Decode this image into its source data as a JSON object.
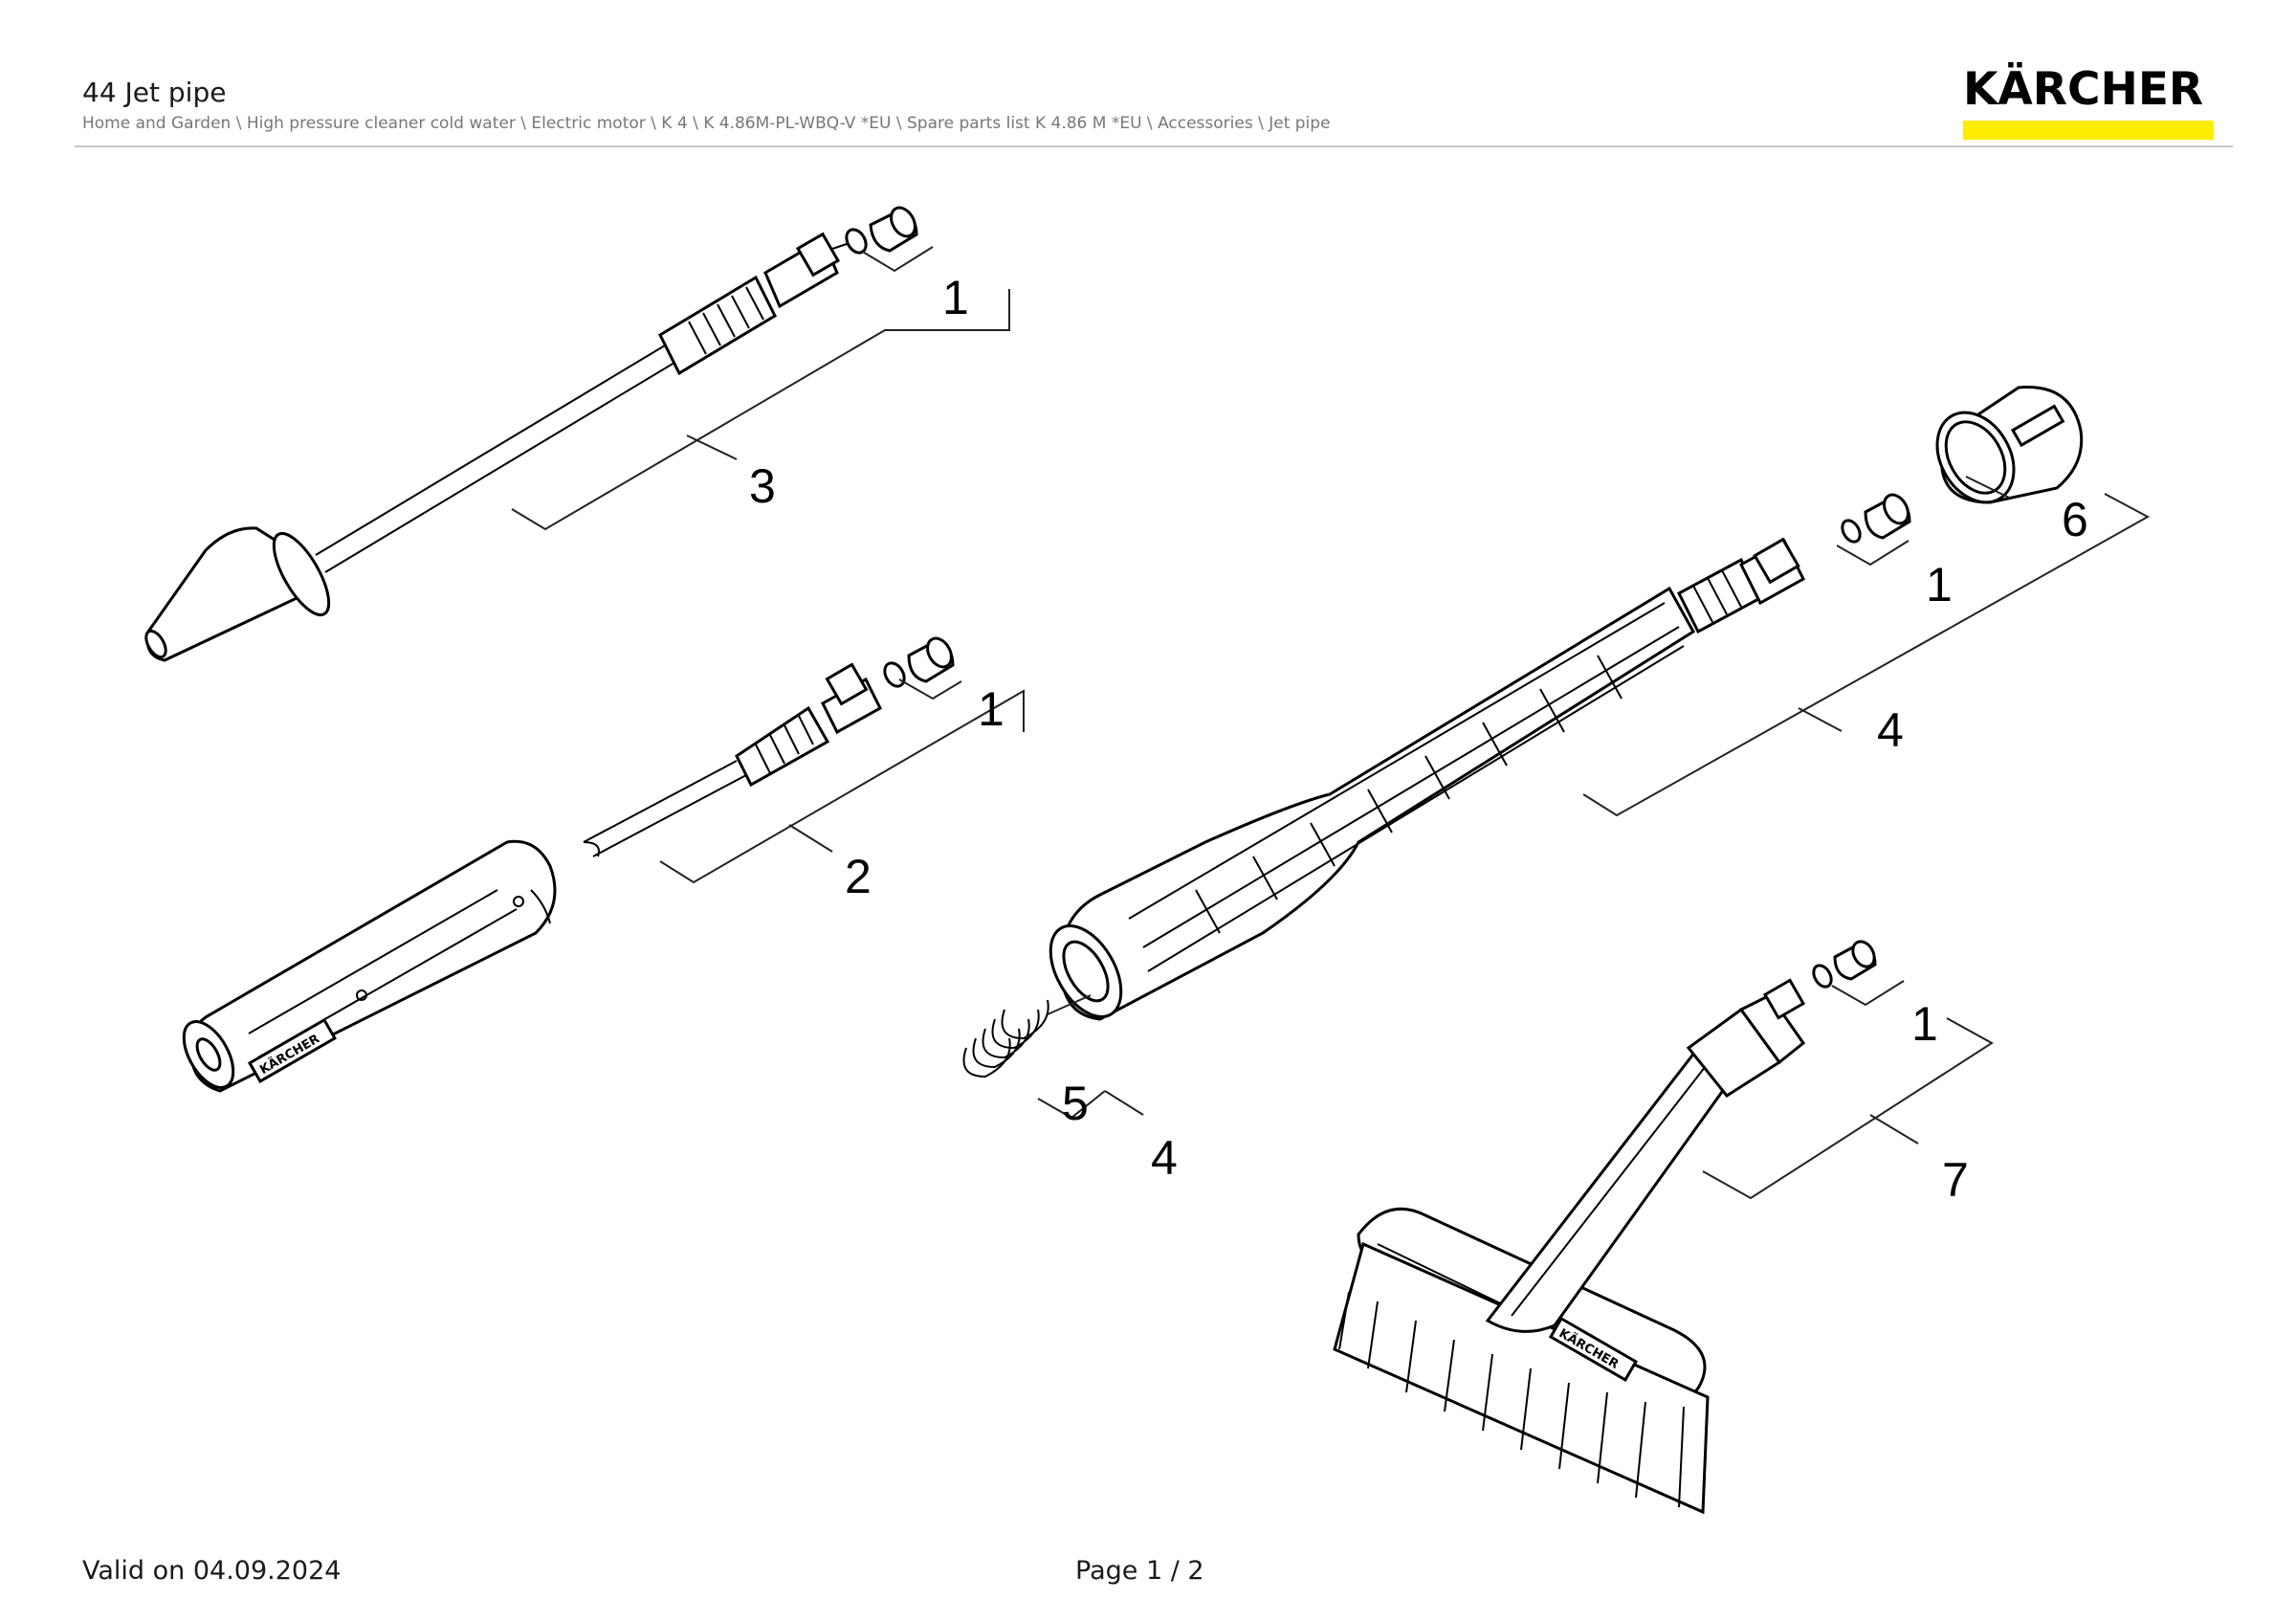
{
  "page": {
    "title": "44 Jet pipe",
    "breadcrumb": "Home and Garden \\ High pressure cleaner cold water \\ Electric motor \\ K 4 \\ K 4.86M-PL-WBQ-V *EU \\ Spare parts list K 4.86 M *EU \\ Accessories \\ Jet pipe"
  },
  "brand": {
    "name": "KÄRCHER",
    "accent": "#ffed00"
  },
  "callouts": [
    "1",
    "3",
    "1",
    "2",
    "6",
    "1",
    "4",
    "5",
    "4",
    "1",
    "7"
  ],
  "parts": {
    "handle_brand": "KÄRCHER",
    "brush_brand": "KÄRCHER"
  },
  "footer": {
    "valid": "Valid on 04.09.2024",
    "page": "Page 1 / 2"
  }
}
